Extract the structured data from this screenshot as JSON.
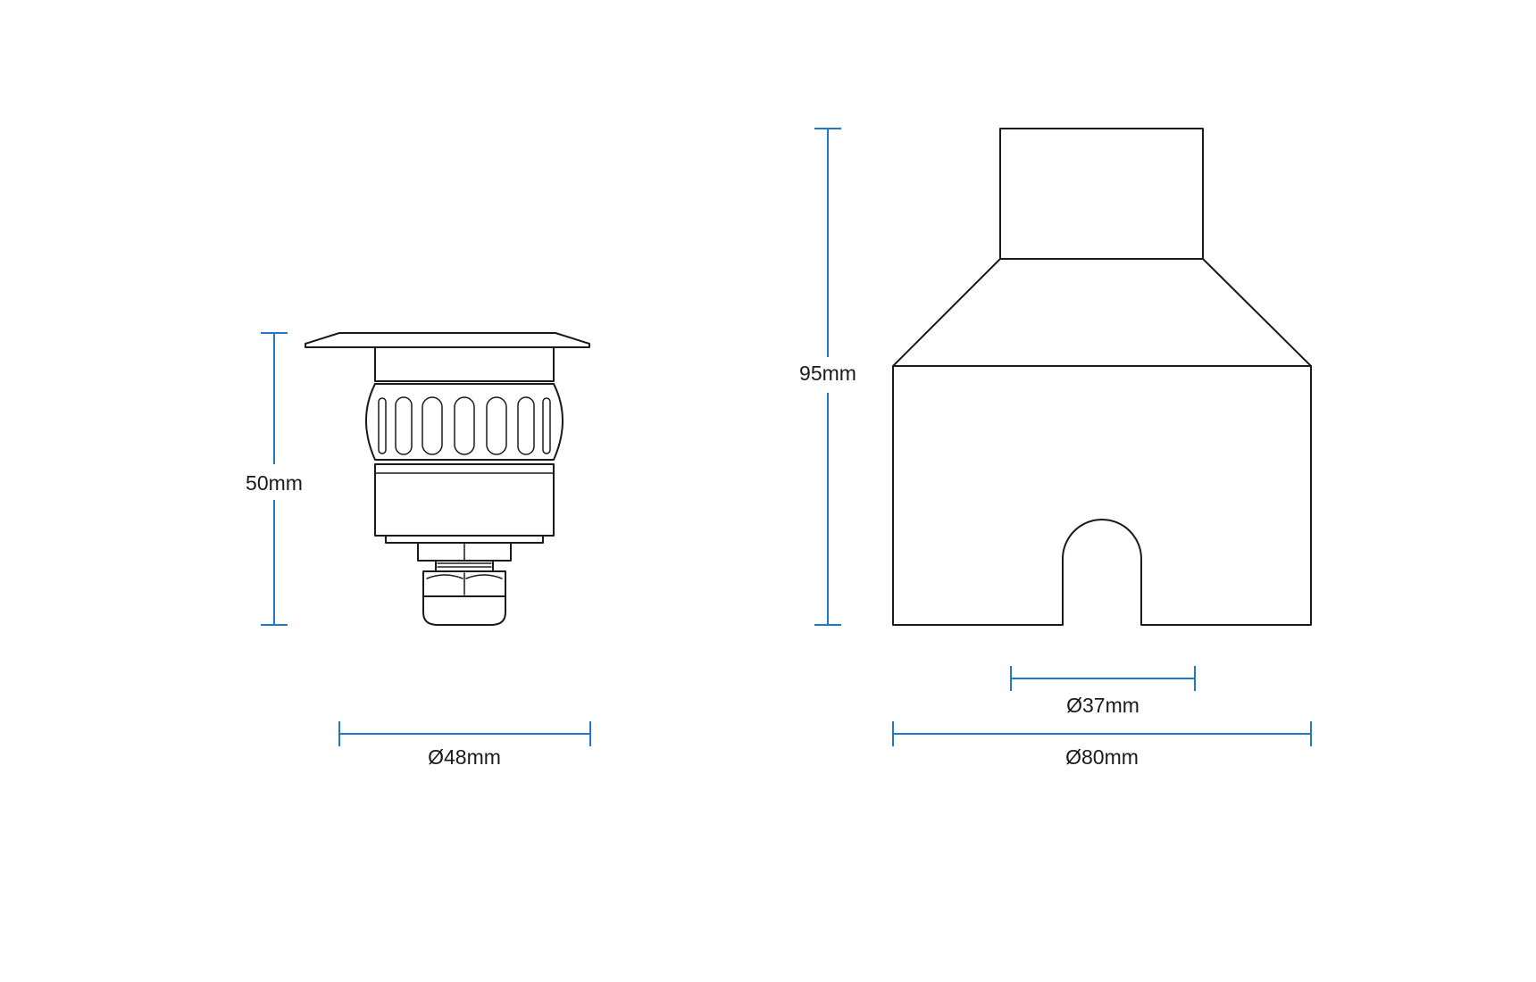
{
  "colors": {
    "dimension": "#1f78c8",
    "outline": "#1a1a1a",
    "background": "#ffffff"
  },
  "left_view": {
    "height_label": "50mm",
    "diameter_label": "Ø48mm"
  },
  "right_view": {
    "height_label": "95mm",
    "inner_diameter_label": "Ø37mm",
    "outer_diameter_label": "Ø80mm"
  }
}
